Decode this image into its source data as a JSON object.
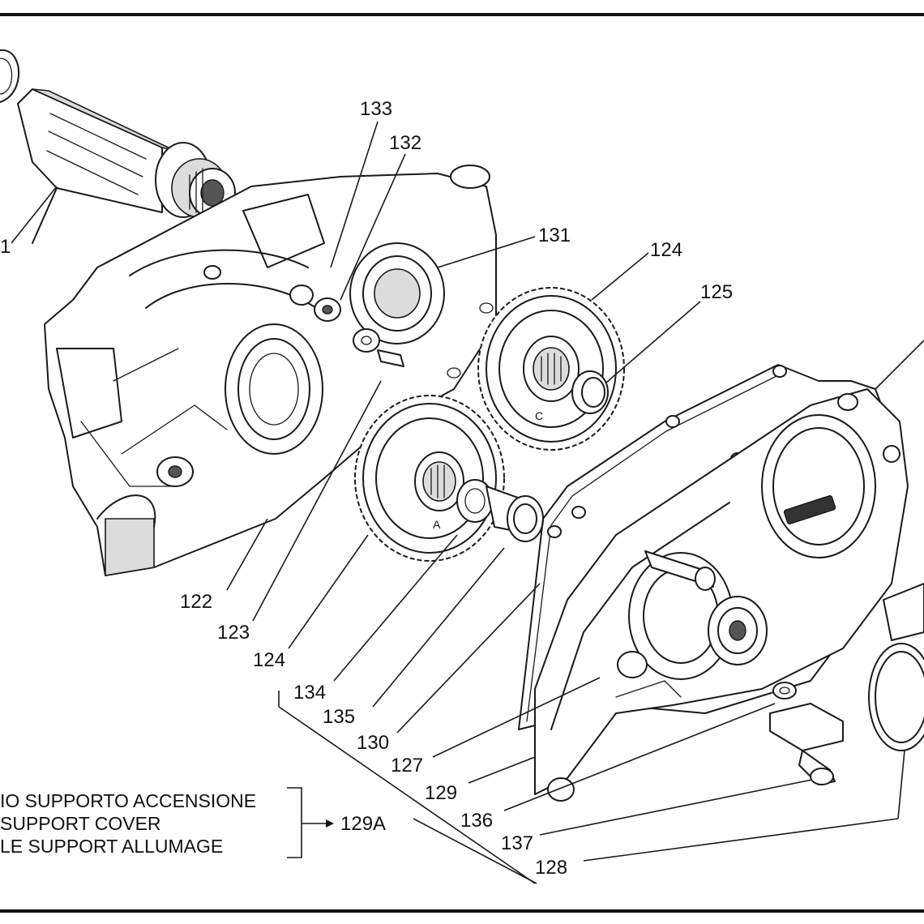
{
  "diagram": {
    "part_labels": {
      "p121": "1",
      "p122": "122",
      "p123": "123",
      "p124_top": "124",
      "p124_bottom": "124",
      "p125": "125",
      "p127": "127",
      "p128": "128",
      "p129": "129",
      "p129A": "129A",
      "p130": "130",
      "p131": "131",
      "p132": "132",
      "p133": "133",
      "p134": "134",
      "p135": "135",
      "p136": "136",
      "p137": "137"
    },
    "gear_marks": {
      "gear_a": "A",
      "gear_c": "C"
    },
    "legend": {
      "line1": "IO SUPPORTO ACCENSIONE",
      "line2": "SUPPORT COVER",
      "line3": "LE SUPPORT ALLUMAGE",
      "arrow": "→"
    }
  }
}
